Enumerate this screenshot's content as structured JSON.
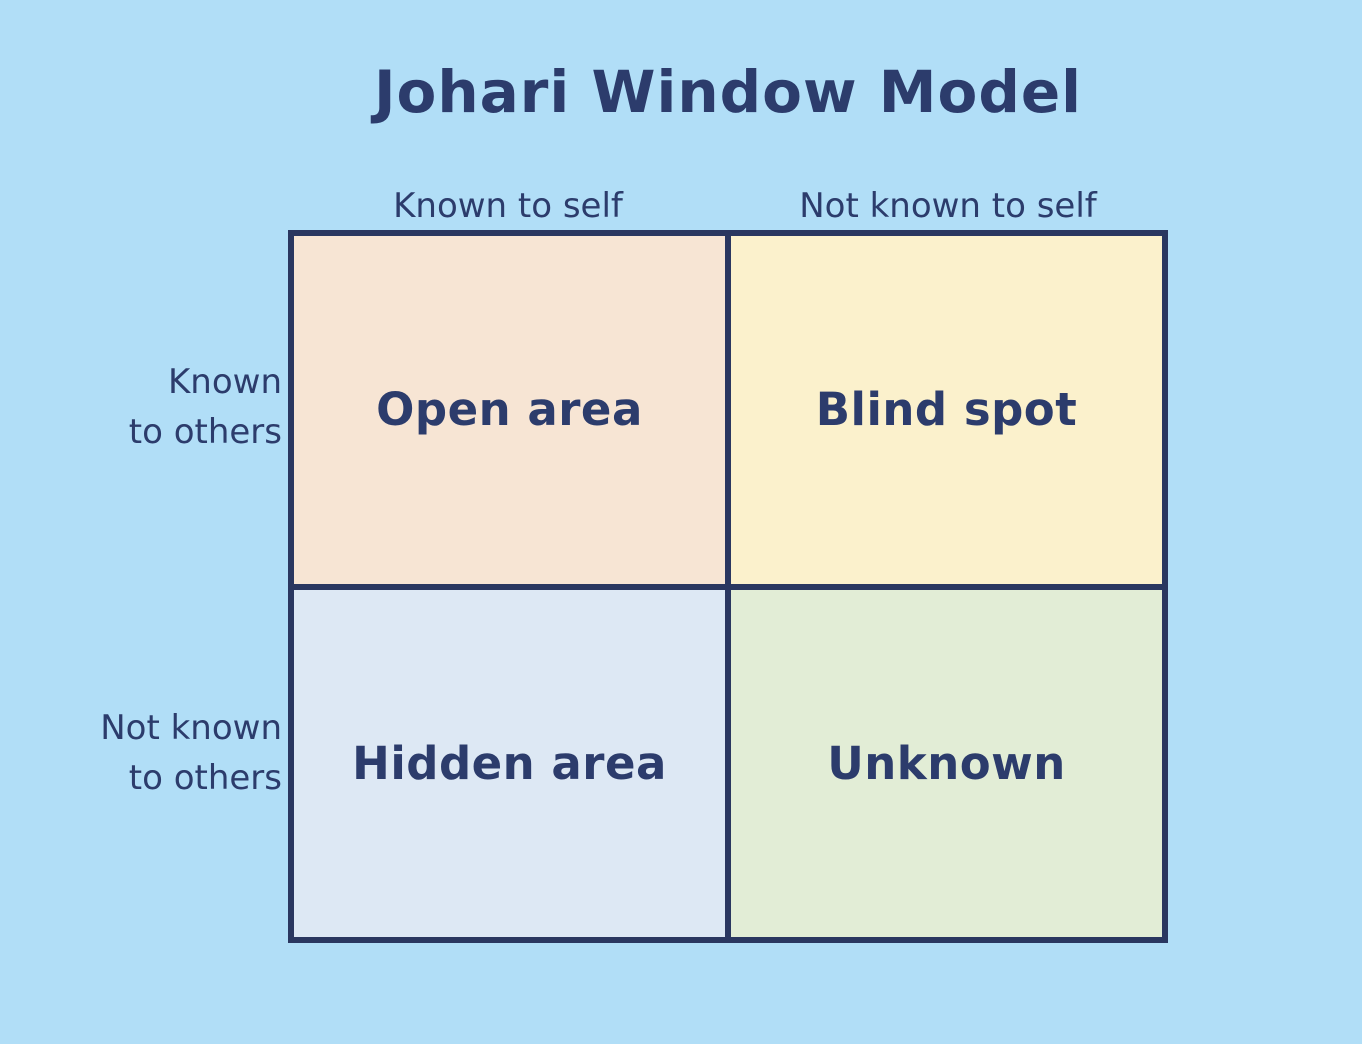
{
  "title": "Johari Window Model",
  "columns": [
    {
      "label": "Known to self"
    },
    {
      "label": "Not known to self"
    }
  ],
  "rows": [
    {
      "line1": "Known",
      "line2": "to others"
    },
    {
      "line1": "Not known",
      "line2": "to others"
    }
  ],
  "quadrants": [
    {
      "name": "open-area",
      "label": "Open area",
      "color": "#f7e5d4"
    },
    {
      "name": "blind-spot",
      "label": "Blind spot",
      "color": "#fbf1cc"
    },
    {
      "name": "hidden-area",
      "label": "Hidden area",
      "color": "#dde8f4"
    },
    {
      "name": "unknown",
      "label": "Unknown",
      "color": "#e2edd6"
    }
  ],
  "colors": {
    "background": "#b1def7",
    "border": "#2a3760",
    "text": "#2c3c6c"
  }
}
